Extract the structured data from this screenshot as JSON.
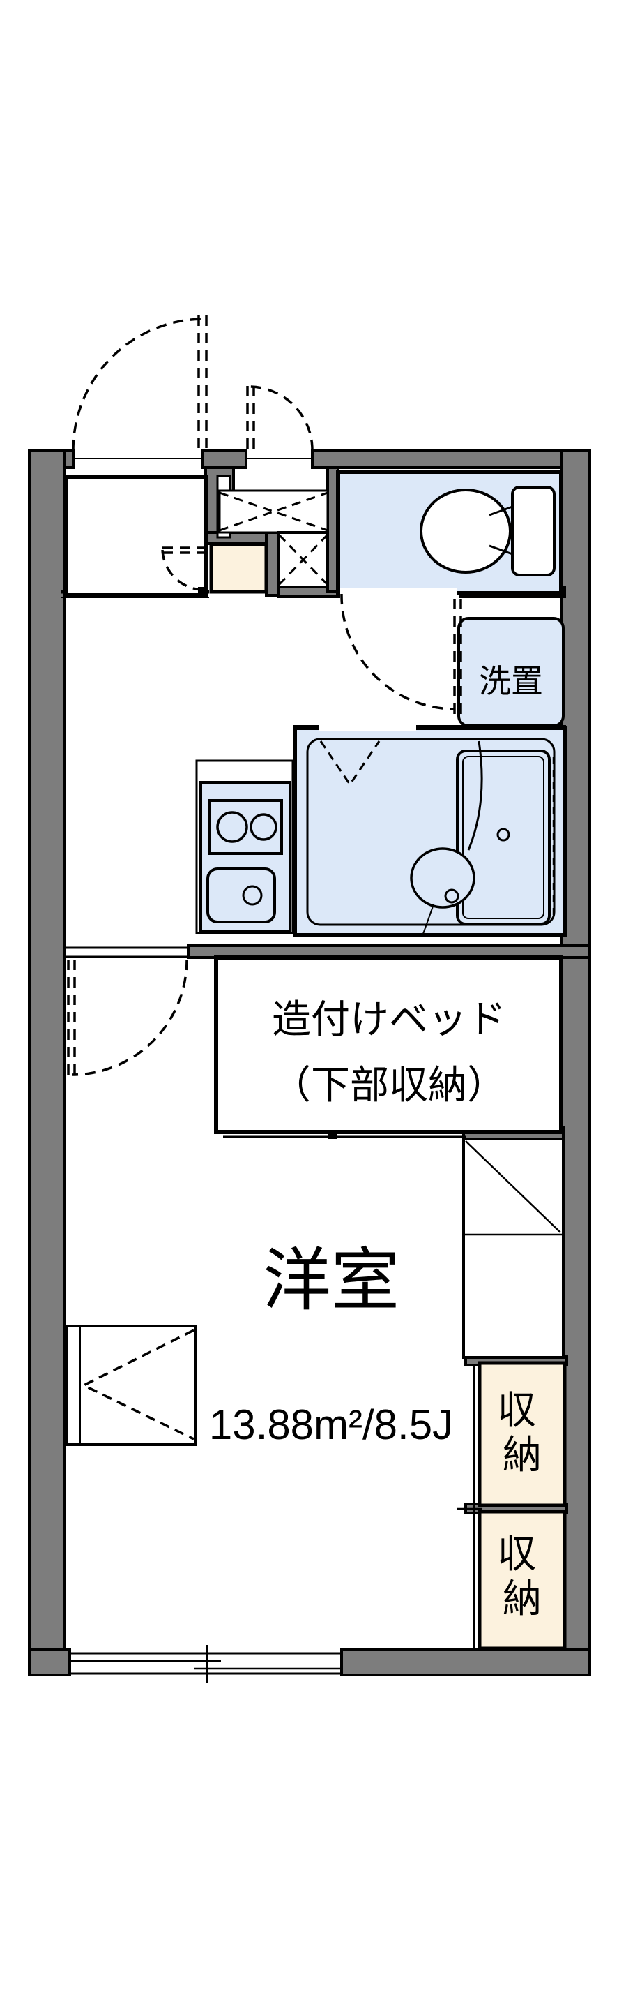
{
  "colors": {
    "wall": "#7d7d7d",
    "wet_area": "#dce8f8",
    "storage_fill": "#fcf2de",
    "floor": "#ffffff",
    "line": "#000000"
  },
  "labels": {
    "washer": "洗置",
    "bed_line1": "造付けベッド",
    "bed_line2": "（下部収納）",
    "room_name": "洋室",
    "room_size": "13.88m²/8.5J",
    "storage_upper": {
      "chars": [
        "収",
        "納"
      ]
    },
    "storage_lower": {
      "chars": [
        "収",
        "納"
      ]
    }
  }
}
